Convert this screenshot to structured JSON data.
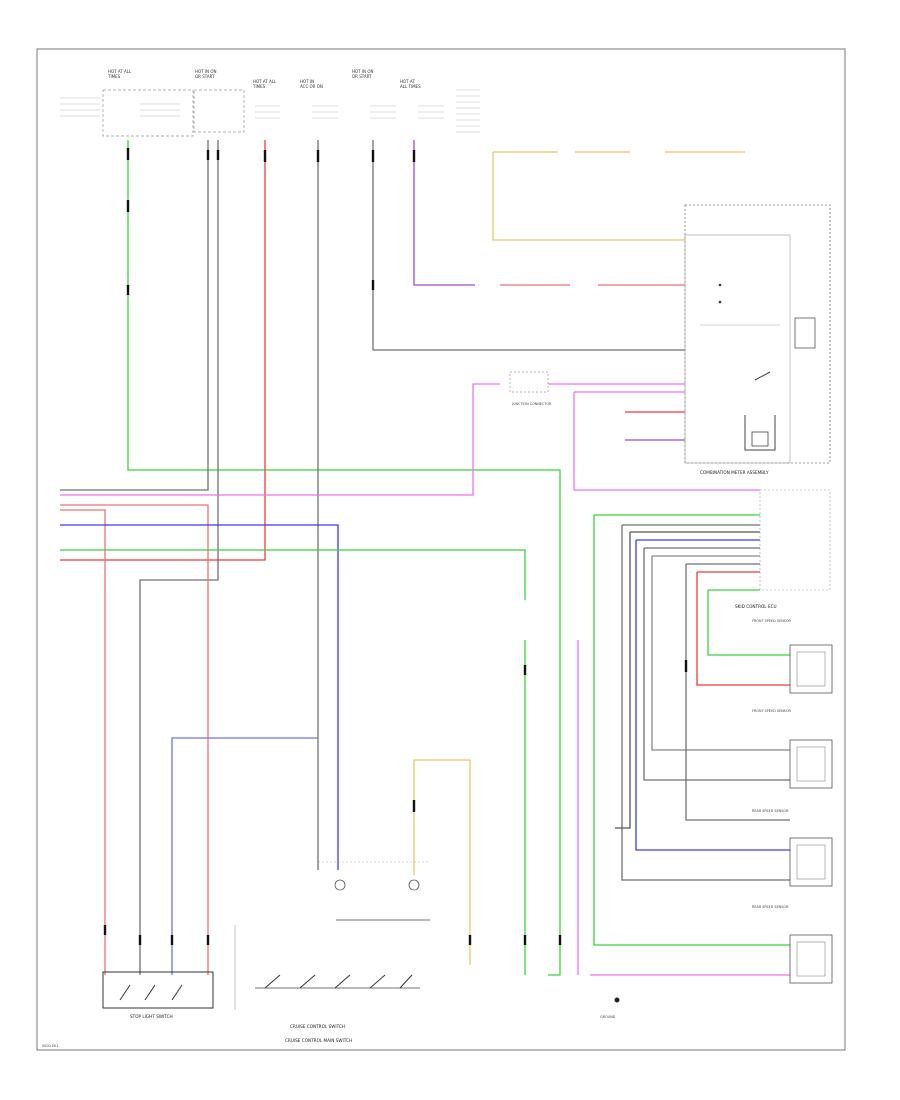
{
  "diagram": {
    "page_ref": "0000-001",
    "wire_colors": {
      "green": "#3ad43a",
      "gray": "#707070",
      "red": "#f03a3a",
      "pink": "#f070f0",
      "blue": "#3a3af0",
      "yellow": "#e8c86a",
      "violet": "#a04ad0",
      "black": "#222222"
    },
    "top_sources": [
      {
        "id": "s1",
        "lines": [
          "HOT AT ALL",
          "TIMES"
        ]
      },
      {
        "id": "s2",
        "lines": [
          "HOT IN ON",
          "OR START"
        ]
      },
      {
        "id": "s3",
        "lines": [
          "HOT AT ALL",
          "TIMES"
        ]
      },
      {
        "id": "s4",
        "lines": [
          "HOT IN",
          "ACC OR ON"
        ]
      },
      {
        "id": "s5",
        "lines": [
          "HOT IN ON",
          "OR START"
        ]
      },
      {
        "id": "s6",
        "lines": [
          "HOT AT",
          "ALL TIMES"
        ]
      }
    ],
    "components": {
      "combination_meter": "COMBINATION METER ASSEMBLY",
      "skid_control": "SKID CONTROL ECU",
      "stop_switch": "STOP LIGHT SWITCH",
      "cruise_switch": "CRUISE CONTROL SWITCH",
      "cruise_main_switch": "CRUISE CONTROL MAIN SWITCH",
      "sensor_fr": "FRONT SPEED SENSOR",
      "sensor_fl": "FRONT SPEED SENSOR",
      "sensor_rr": "REAR SPEED SENSOR",
      "sensor_rl": "REAR SPEED SENSOR",
      "junction": "JUNCTION CONNECTOR",
      "ground": "GROUND"
    }
  }
}
